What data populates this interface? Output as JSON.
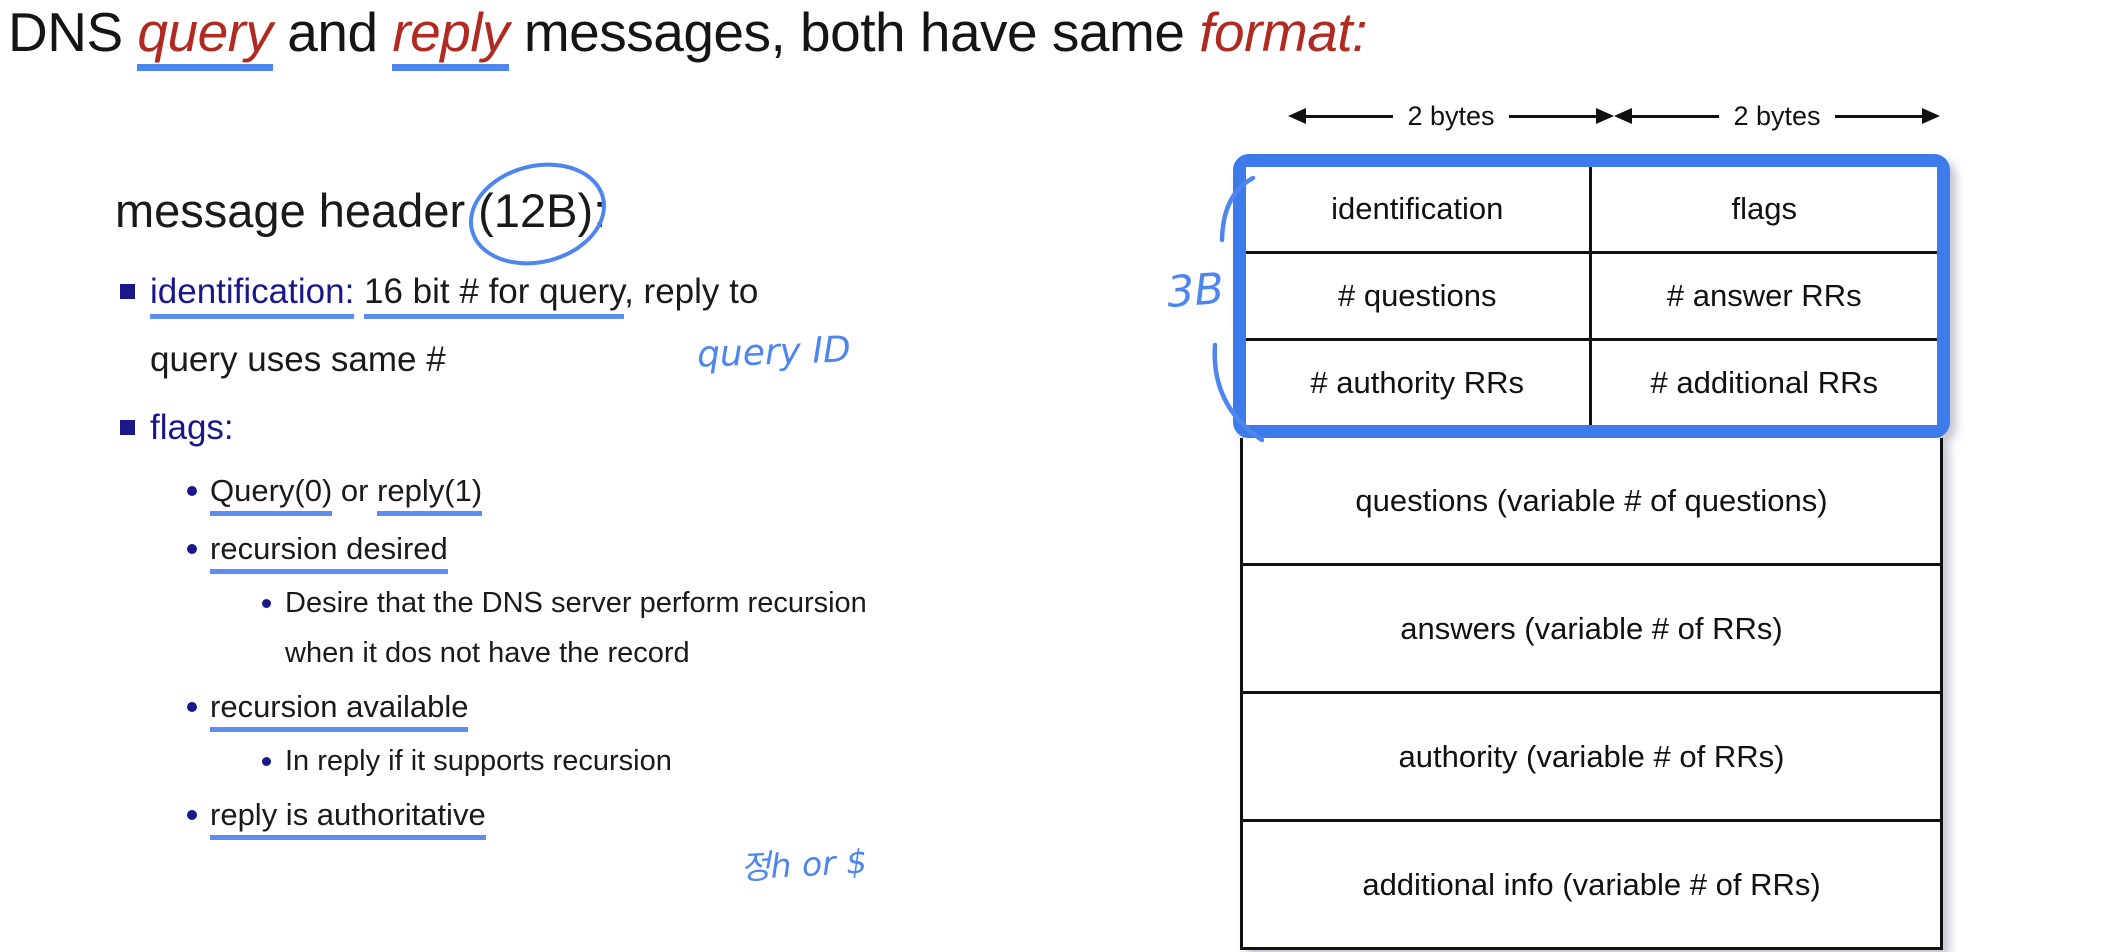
{
  "title": {
    "prefix": "DNS ",
    "query_word": "query",
    "and_text": " and ",
    "reply_word": "reply",
    "middle": " messages, both have same  ",
    "format_word": "format:"
  },
  "left": {
    "heading": {
      "prefix": "message header ",
      "circled": "(12B)",
      "suffix": ":"
    },
    "identification": {
      "term": "identification:",
      "underlined": "16 bit # for query",
      "rest": ", reply to",
      "line2": "query uses same #",
      "annotation": "query ID"
    },
    "flags": {
      "term": "flags:",
      "query_a": "Query(0)",
      "or_text": " or ",
      "reply_b": "reply(1)",
      "recursion_desired": "recursion desired",
      "desire_line1": "Desire that the DNS server perform recursion",
      "desire_line2": "when it dos not have the record",
      "recursion_available": "recursion available",
      "reply_support": "In reply if it supports recursion",
      "reply_authoritative": "reply is authoritative",
      "annotation": "정h or $"
    }
  },
  "diagram": {
    "byte_labels": [
      "2 bytes",
      "2 bytes"
    ],
    "brace_label": "3B",
    "header_cells": [
      "identification",
      "flags",
      "# questions",
      "# answer RRs",
      "# authority RRs",
      "# additional RRs"
    ],
    "body_rows": [
      "questions (variable # of questions)",
      "answers (variable # of RRs)",
      "authority (variable # of RRs)",
      "additional info (variable # of RRs)"
    ]
  },
  "colors": {
    "accent_red": "#b02a21",
    "navy": "#18188a",
    "hand_blue": "#4e86f0",
    "box_blue": "#3d7bea"
  }
}
